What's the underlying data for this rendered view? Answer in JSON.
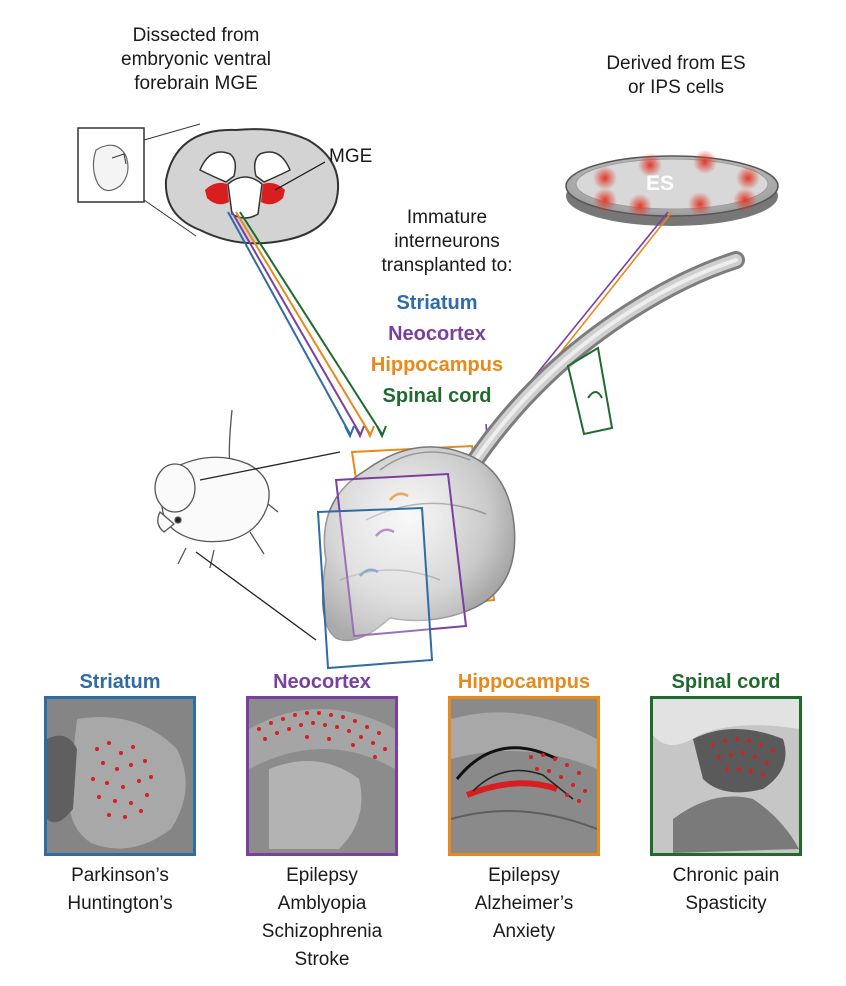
{
  "colors": {
    "striatum": "#2e6ca6",
    "neocortex": "#7b3fa0",
    "hippocampus": "#e8891c",
    "spinal_cord": "#1f6b2e",
    "mge_red": "#d81e1e",
    "tissue_gray": "#cfcfcf"
  },
  "source_left": {
    "caption_lines": [
      "Dissected from",
      "embryonic ventral",
      "forebrain MGE"
    ],
    "mge_label": "MGE"
  },
  "source_right": {
    "caption_lines": [
      "Derived from ES",
      "or IPS cells"
    ],
    "dish_label": "ES"
  },
  "transplant": {
    "heading_lines": [
      "Immature",
      "interneurons",
      "transplanted to:"
    ],
    "targets": [
      "Striatum",
      "Neocortex",
      "Hippocampus",
      "Spinal cord"
    ]
  },
  "panels": [
    {
      "title": "Striatum",
      "diseases": [
        "Parkinson’s",
        "Huntington’s"
      ]
    },
    {
      "title": "Neocortex",
      "diseases": [
        "Epilepsy",
        "Amblyopia",
        "Schizophrenia",
        "Stroke"
      ]
    },
    {
      "title": "Hippocampus",
      "diseases": [
        "Epilepsy",
        "Alzheimer’s",
        "Anxiety"
      ]
    },
    {
      "title": "Spinal cord",
      "diseases": [
        "Chronic pain",
        "Spasticity"
      ]
    }
  ]
}
